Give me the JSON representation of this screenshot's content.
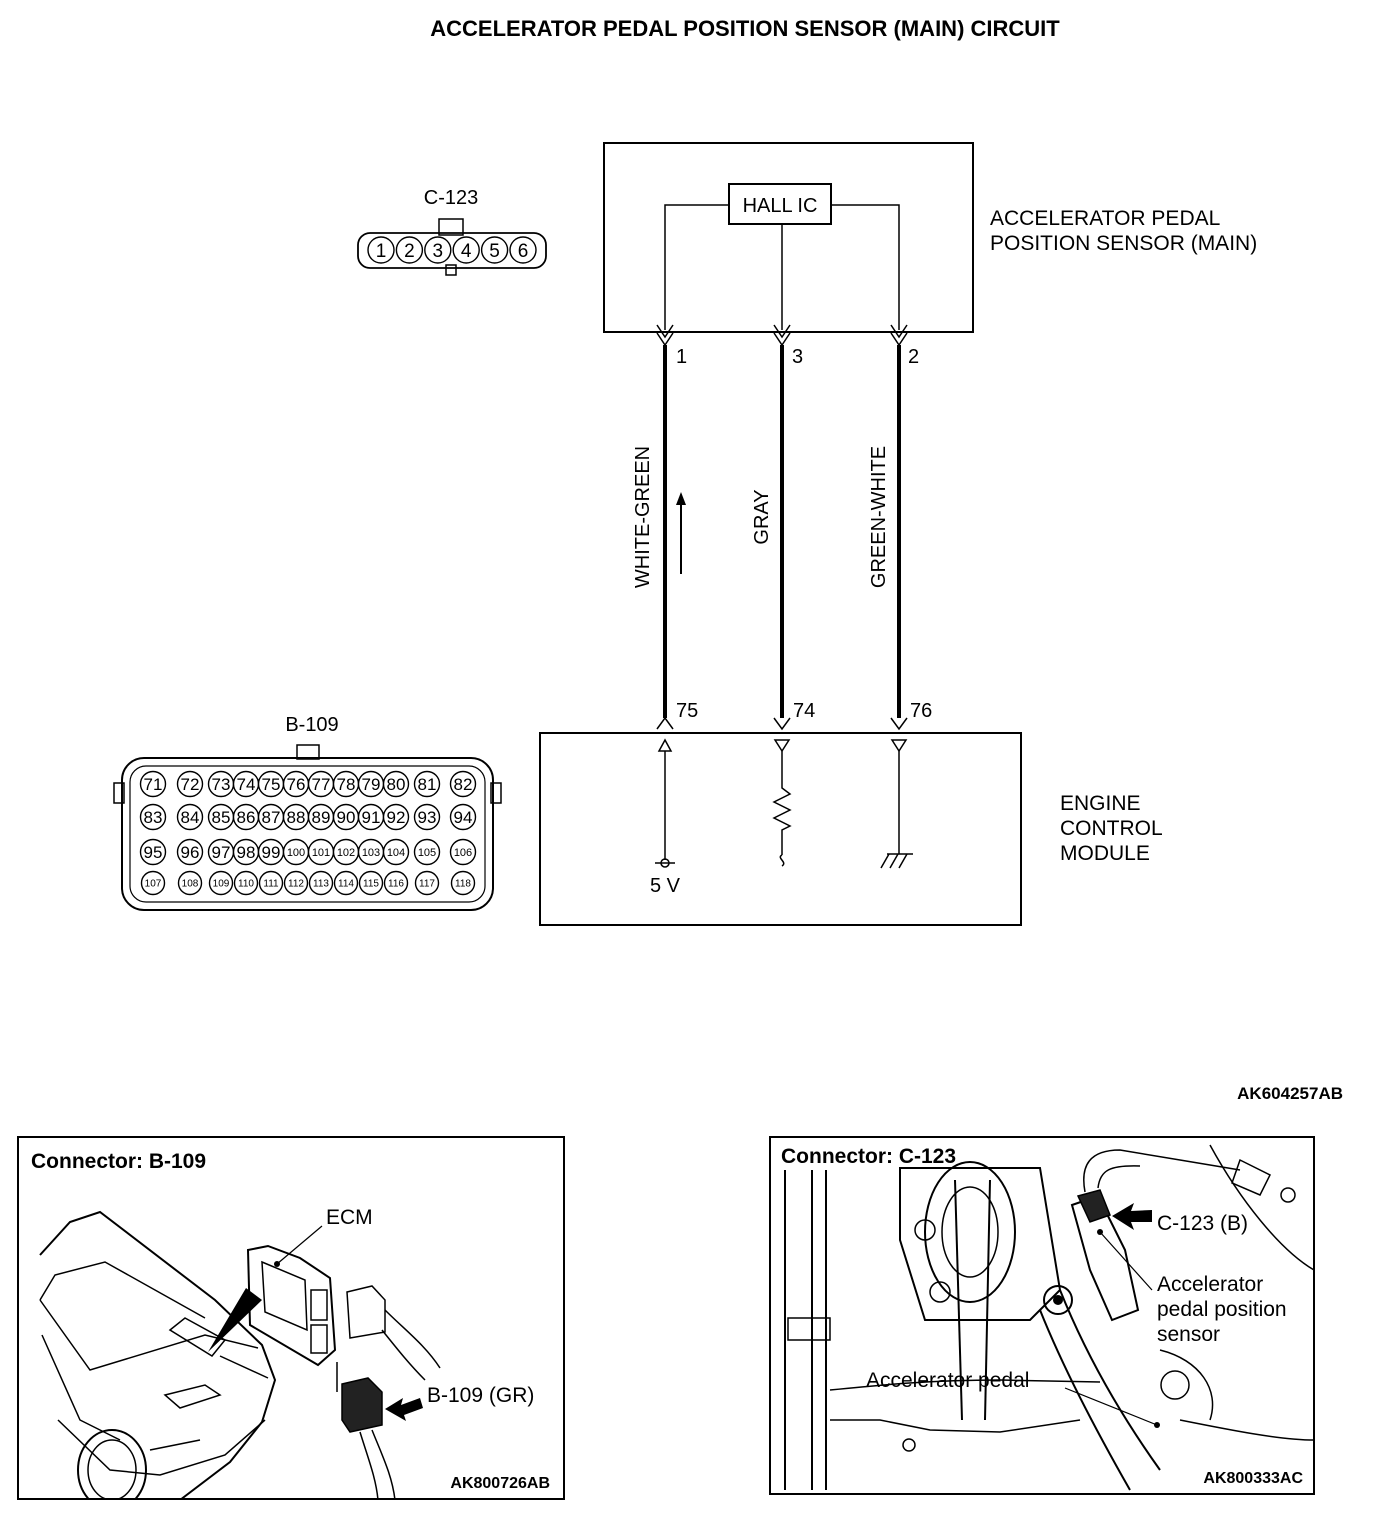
{
  "title": "ACCELERATOR PEDAL POSITION SENSOR (MAIN) CIRCUIT",
  "sensor": {
    "label_line1": "ACCELERATOR PEDAL",
    "label_line2": "POSITION SENSOR (MAIN)",
    "ic_label": "HALL IC"
  },
  "connector_c123": {
    "label": "C-123",
    "pins": [
      "1",
      "2",
      "3",
      "4",
      "5",
      "6"
    ]
  },
  "connector_b109": {
    "label": "B-109",
    "rows": [
      [
        "71",
        "72",
        "73",
        "74",
        "75",
        "76",
        "77",
        "78",
        "79",
        "80",
        "81",
        "82"
      ],
      [
        "83",
        "84",
        "85",
        "86",
        "87",
        "88",
        "89",
        "90",
        "91",
        "92",
        "93",
        "94"
      ],
      [
        "95",
        "96",
        "97",
        "98",
        "99",
        "100",
        "101",
        "102",
        "103",
        "104",
        "105",
        "106"
      ],
      [
        "107",
        "108",
        "109",
        "110",
        "111",
        "112",
        "113",
        "114",
        "115",
        "116",
        "117",
        "118"
      ]
    ]
  },
  "wires": [
    {
      "sensor_pin": "1",
      "ecm_pin": "75",
      "color": "WHITE-GREEN"
    },
    {
      "sensor_pin": "3",
      "ecm_pin": "74",
      "color": "GRAY"
    },
    {
      "sensor_pin": "2",
      "ecm_pin": "76",
      "color": "GREEN-WHITE"
    }
  ],
  "ecm": {
    "label_line1": "ENGINE",
    "label_line2": "CONTROL",
    "label_line3": "MODULE",
    "supply": "5 V"
  },
  "figure_code": "AK604257AB",
  "panel_b109": {
    "title": "Connector: B-109",
    "ecm_label": "ECM",
    "connector_label": "B-109 (GR)",
    "code": "AK800726AB"
  },
  "panel_c123": {
    "title": "Connector: C-123",
    "connector_label": "C-123 (B)",
    "sensor_line1": "Accelerator",
    "sensor_line2": "pedal position",
    "sensor_line3": "sensor",
    "pedal_label": "Accelerator pedal",
    "code": "AK800333AC"
  },
  "colors": {
    "line": "#000000",
    "background": "#ffffff"
  }
}
